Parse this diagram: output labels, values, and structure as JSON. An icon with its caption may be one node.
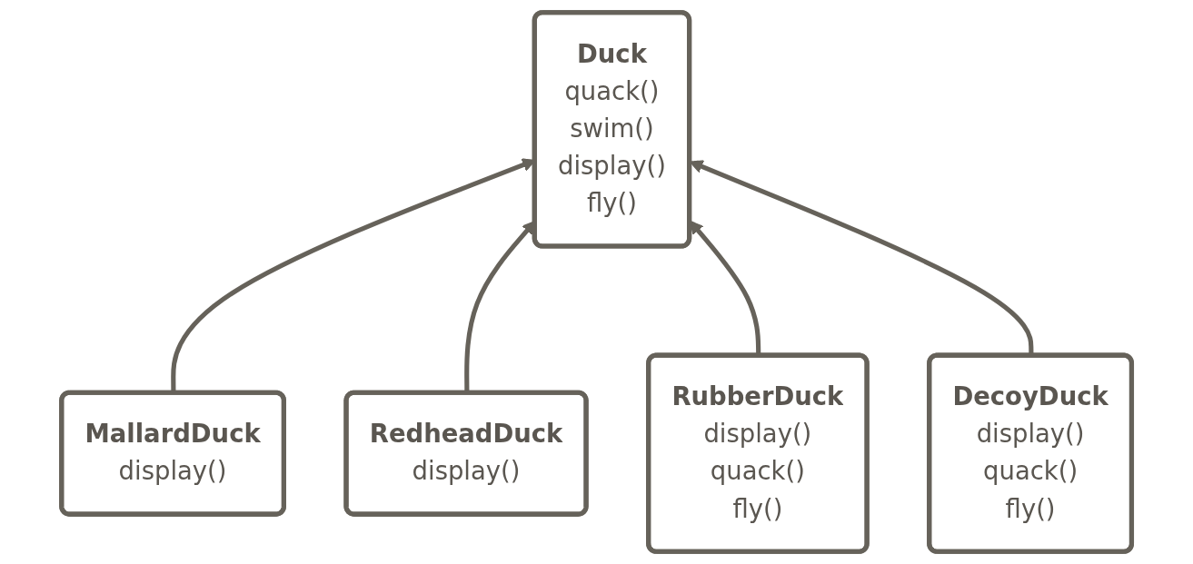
{
  "diagram": {
    "nodes": [
      {
        "text": [
          "Duck",
          "quack()",
          "swim()",
          "display()",
          "fly()"
        ]
      },
      {
        "text": [
          "MallardDuck",
          "display()"
        ]
      },
      {
        "text": [
          "RedheadDuck",
          "display()"
        ]
      },
      {
        "text": [
          "RubberDuck",
          "display()",
          "quack()",
          "fly()"
        ]
      },
      {
        "text": [
          "DecoyDuck",
          "display()",
          "quack()",
          "fly()"
        ]
      }
    ],
    "edges": [
      {
        "from": 1,
        "to": 0,
        "arrow": "to"
      },
      {
        "from": 2,
        "to": 0,
        "arrow": "to"
      },
      {
        "from": 3,
        "to": 0,
        "arrow": "to"
      },
      {
        "from": 4,
        "to": 0,
        "arrow": "to"
      }
    ]
  }
}
